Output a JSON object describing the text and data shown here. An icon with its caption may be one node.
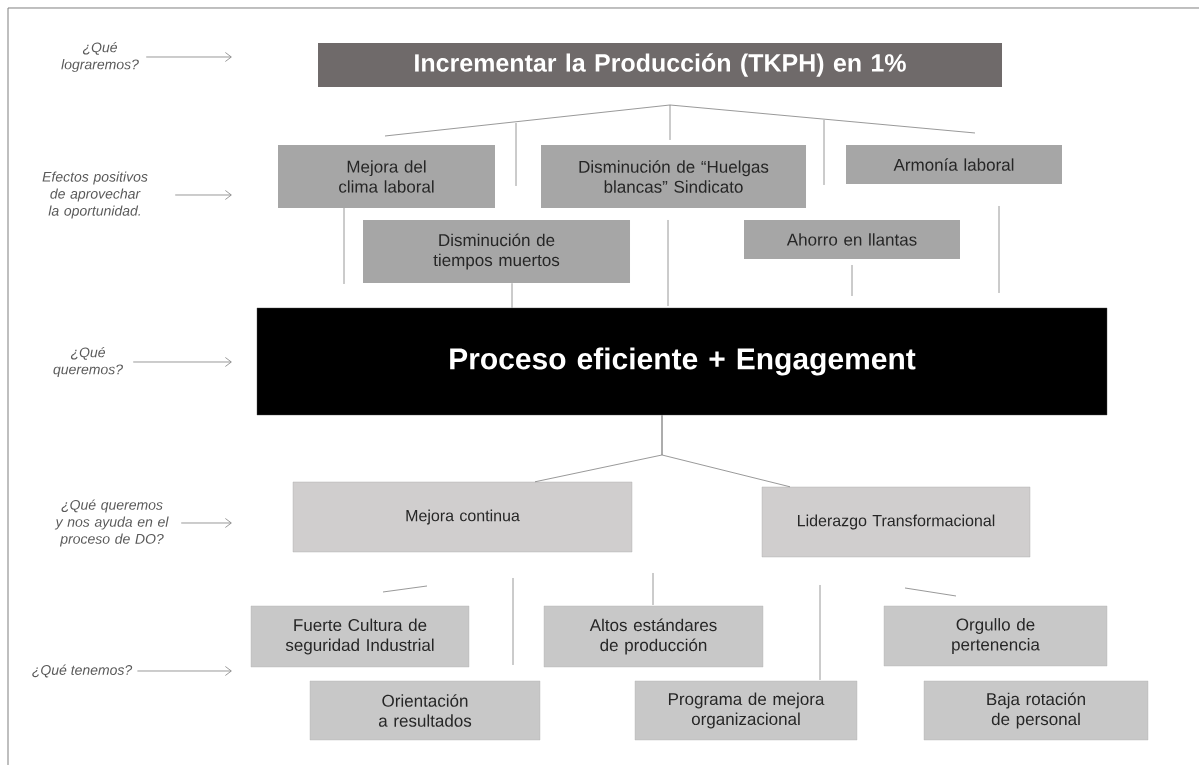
{
  "diagram": {
    "nodes": [
      {
        "text": [
          "¿Qué lograremos?"
        ]
      },
      {
        "text": [
          "Incrementar la Producción (TKPH) en 1%"
        ]
      },
      {
        "text": [
          "Efectos positivos de aprovechar la oportunidad."
        ]
      },
      {
        "text": [
          "Mejora del clima laboral"
        ]
      },
      {
        "text": [
          "Disminución de “Huelgas blancas” Sindicato"
        ]
      },
      {
        "text": [
          "Armonía laboral"
        ]
      },
      {
        "text": [
          "Disminución de tiempos muertos"
        ]
      },
      {
        "text": [
          "Ahorro en llantas"
        ]
      },
      {
        "text": [
          "¿Qué queremos?"
        ]
      },
      {
        "text": [
          "Proceso eficiente + Engagement"
        ]
      },
      {
        "text": [
          "¿Qué queremos y nos ayuda en el proceso de DO?"
        ]
      },
      {
        "text": [
          "Mejora continua"
        ]
      },
      {
        "text": [
          "Liderazgo Transformacional"
        ]
      },
      {
        "text": [
          "¿Qué tenemos?"
        ]
      },
      {
        "text": [
          "Fuerte Cultura de seguridad Industrial"
        ]
      },
      {
        "text": [
          "Altos estándares de producción"
        ]
      },
      {
        "text": [
          "Orgullo de pertenencia"
        ]
      },
      {
        "text": [
          "Orientación a resultados"
        ]
      },
      {
        "text": [
          "Programa de mejora organizacional"
        ]
      },
      {
        "text": [
          "Baja rotación de personal"
        ]
      }
    ],
    "edges": [
      {
        "from": 0,
        "to": null,
        "arrow": "to"
      },
      {
        "from": 2,
        "to": null,
        "arrow": "to"
      },
      {
        "from": 8,
        "to": null,
        "arrow": "to"
      },
      {
        "from": 10,
        "to": null,
        "arrow": "to"
      },
      {
        "from": 13,
        "to": null,
        "arrow": "to"
      },
      {
        "from": 6,
        "to": 9,
        "arrow": "none"
      },
      {
        "from": 9,
        "to": 11,
        "arrow": "none"
      },
      {
        "from": 9,
        "to": 12,
        "arrow": "none"
      }
    ]
  }
}
